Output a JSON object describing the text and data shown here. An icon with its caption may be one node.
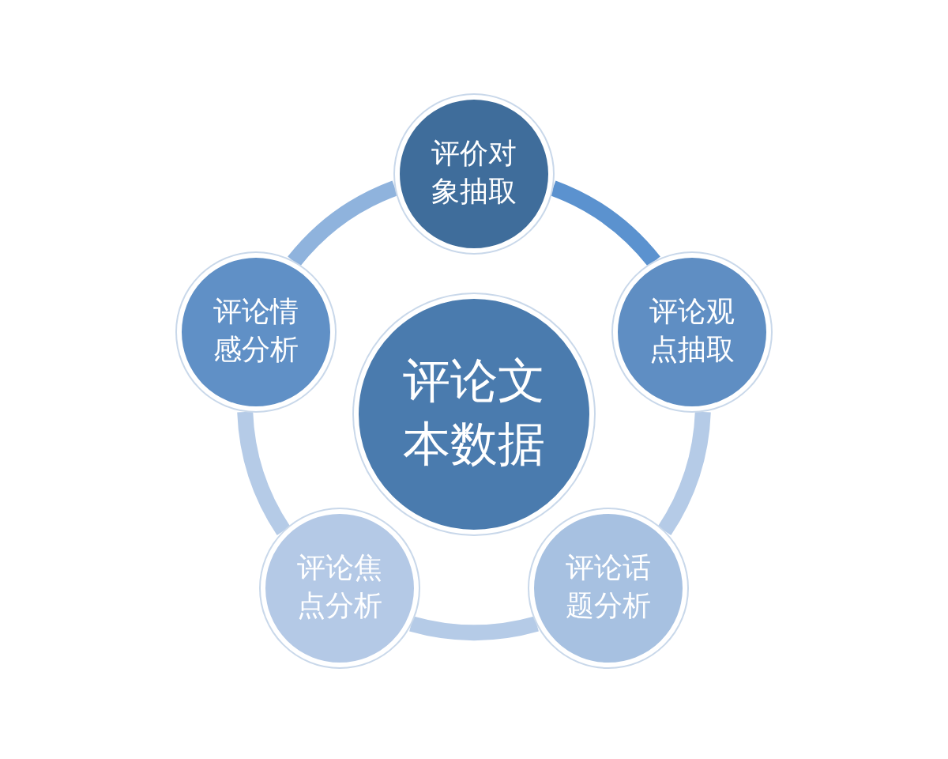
{
  "diagram": {
    "nodes": [
      {
        "text": [
          "评论文本数据"
        ]
      },
      {
        "text": [
          "评价对象抽取"
        ]
      },
      {
        "text": [
          "评论观点抽取"
        ]
      },
      {
        "text": [
          "评论话题分析"
        ]
      },
      {
        "text": [
          "评论焦点分析"
        ]
      },
      {
        "text": [
          "评论情感分析"
        ]
      }
    ],
    "edges": [
      {
        "from": 1,
        "to": 2,
        "arrow": "none",
        "color": "#5b92cf"
      },
      {
        "from": 2,
        "to": 3,
        "arrow": "none"
      },
      {
        "from": 3,
        "to": 4,
        "arrow": "none"
      },
      {
        "from": 4,
        "to": 5,
        "arrow": "none"
      },
      {
        "from": 5,
        "to": 1,
        "arrow": "none",
        "color": "#8fb3dd"
      }
    ]
  }
}
